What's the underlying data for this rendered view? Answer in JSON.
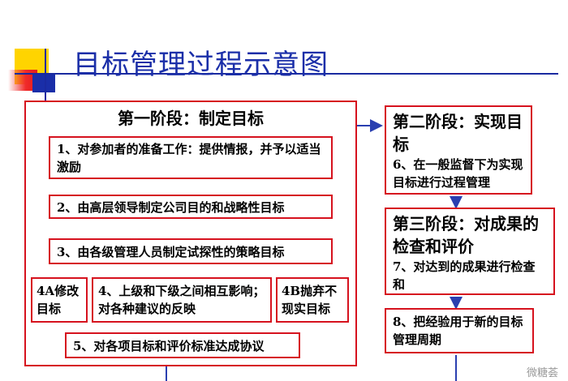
{
  "title": "目标管理过程示意图",
  "stage1": {
    "heading": "第一阶段：制定目标",
    "step1": "1、对参加者的准备工作：提供情报，并予以适当激励",
    "step2": "2、由高层领导制定公司目的和战略性目标",
    "step3": "3、由各级管理人员制定试探性的策略目标",
    "step4a": "4A修改目标",
    "step4": "4、上级和下级之间相互影响；对各种建议的反映",
    "step4b": "4B抛弃不现实目标",
    "step5": "5、对各项目标和评价标准达成协议"
  },
  "stage2": {
    "heading": "第二阶段：实现目标",
    "step6": "6、在一般监督下为实现目标进行过程管理"
  },
  "stage3": {
    "heading": "第三阶段：对成果的检查和评价",
    "step7": "7、对达到的成果进行检查和"
  },
  "step8": "8、把经验用于新的目标管理周期",
  "watermark": "微糖荟",
  "colors": {
    "box_border": "#d6121e",
    "arrow": "#2a3fb0",
    "title": "#1a2ea8"
  }
}
